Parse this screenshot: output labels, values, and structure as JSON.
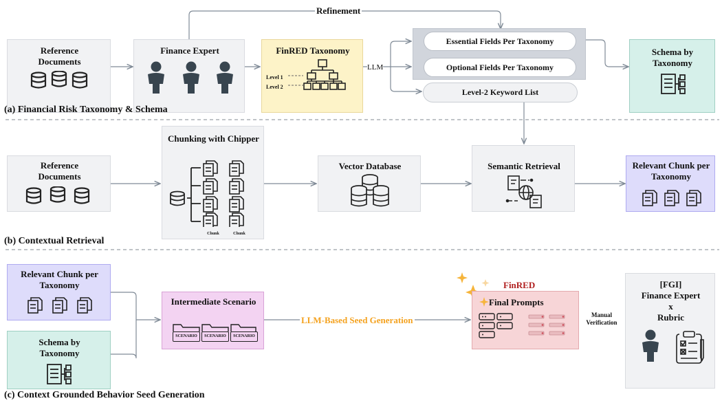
{
  "sections": {
    "a": "(a) Financial Risk Taxonomy & Schema",
    "b": "(b) Contextual Retrieval",
    "c": "(c) Context Grounded Behavior Seed Generation"
  },
  "a": {
    "refinement": "Refinement",
    "ref_docs": "Reference Documents",
    "finance_expert": "Finance Expert",
    "taxonomy_title": "FinRED Taxonomy",
    "level1": "Level 1",
    "level2": "Level 2",
    "llm": "LLM",
    "essential": "Essential Fields Per Taxonomy",
    "optional": "Optional Fields Per Taxonomy",
    "keyword": "Level-2 Keyword List",
    "schema": "Schema by Taxonomy"
  },
  "b": {
    "ref_docs": "Reference Documents",
    "chunking": "Chunking with Chipper",
    "chunk1": "Chunk",
    "chunk2": "Chunk",
    "vector": "Vector Database",
    "semantic": "Semantic Retrieval",
    "relevant": "Relevant Chunk per Taxonomy"
  },
  "c": {
    "relevant": "Relevant Chunk per Taxonomy",
    "schema": "Schema by Taxonomy",
    "intermediate": "Intermediate Scenario",
    "scenario": "SCENARIO",
    "seed_gen": "LLM-Based Seed Generation",
    "finred": "FinRED",
    "final_prompts": "Final Prompts",
    "manual": "Manual Verification",
    "fgi_line1": "[FGI]",
    "fgi_line2": "Finance Expert",
    "fgi_line3": "x",
    "fgi_line4": "Rubric"
  },
  "colors": {
    "arrow": "#7f8a96",
    "seed_gen": "#f4a21f",
    "finred": "#b01f1f",
    "sparkle": "#f6b43a"
  }
}
